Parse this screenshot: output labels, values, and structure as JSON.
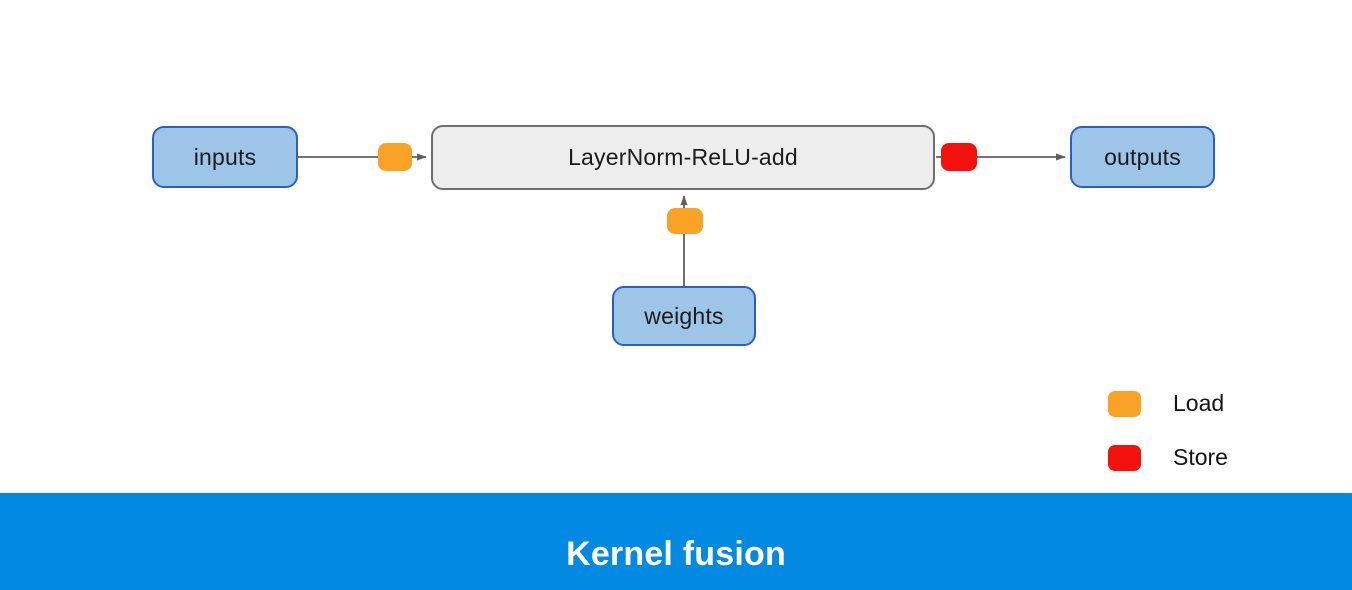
{
  "diagram": {
    "nodes": {
      "inputs": {
        "label": "inputs"
      },
      "fused_kernel": {
        "label": "LayerNorm-ReLU-add"
      },
      "weights": {
        "label": "weights"
      },
      "outputs": {
        "label": "outputs"
      }
    },
    "edges": [
      {
        "from": "inputs",
        "to": "fused_kernel",
        "memory_op": "Load"
      },
      {
        "from": "weights",
        "to": "fused_kernel",
        "memory_op": "Load"
      },
      {
        "from": "fused_kernel",
        "to": "outputs",
        "memory_op": "Store"
      }
    ],
    "legend": {
      "items": [
        {
          "label": "Load",
          "color": "#f9a226"
        },
        {
          "label": "Store",
          "color": "#f4100d"
        }
      ]
    },
    "colors": {
      "io_node_fill": "#9cc5e8",
      "io_node_border": "#2b5fc7",
      "kernel_node_fill": "#ededed",
      "kernel_node_border": "#6e6e6e",
      "arrow": "#5f5f5f"
    }
  },
  "banner": {
    "title": "Kernel fusion",
    "background": "#0289e1"
  }
}
